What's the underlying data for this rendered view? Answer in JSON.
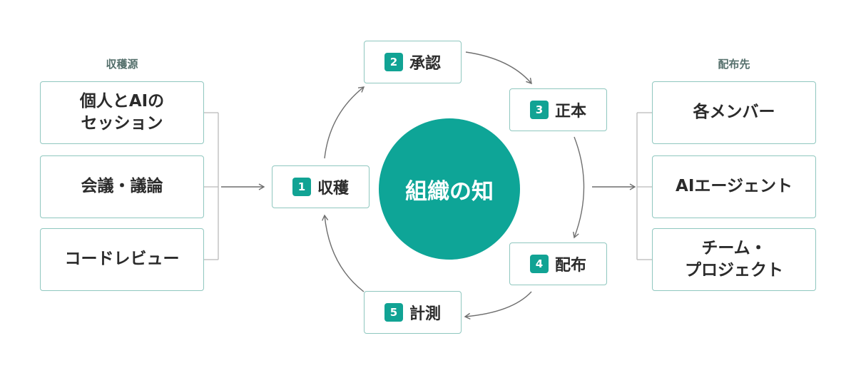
{
  "colors": {
    "accent": "#0ea597",
    "border": "#8fc7bf",
    "connector": "#9c9c9c",
    "text": "#2b2b2b",
    "column_title": "#55706c"
  },
  "sources": {
    "title": "収穫源",
    "items": [
      {
        "line1": "個人とAIの",
        "line2": "セッション"
      },
      {
        "line1": "会議・議論",
        "line2": ""
      },
      {
        "line1": "コードレビュー",
        "line2": ""
      }
    ]
  },
  "center": {
    "label": "組織の知"
  },
  "steps": [
    {
      "number": "1",
      "label": "収穫"
    },
    {
      "number": "2",
      "label": "承認"
    },
    {
      "number": "3",
      "label": "正本"
    },
    {
      "number": "4",
      "label": "配布"
    },
    {
      "number": "5",
      "label": "計測"
    }
  ],
  "destinations": {
    "title": "配布先",
    "items": [
      {
        "line1": "各メンバー",
        "line2": ""
      },
      {
        "line1": "AIエージェント",
        "line2": ""
      },
      {
        "line1": "チーム・",
        "line2": "プロジェクト"
      }
    ]
  }
}
